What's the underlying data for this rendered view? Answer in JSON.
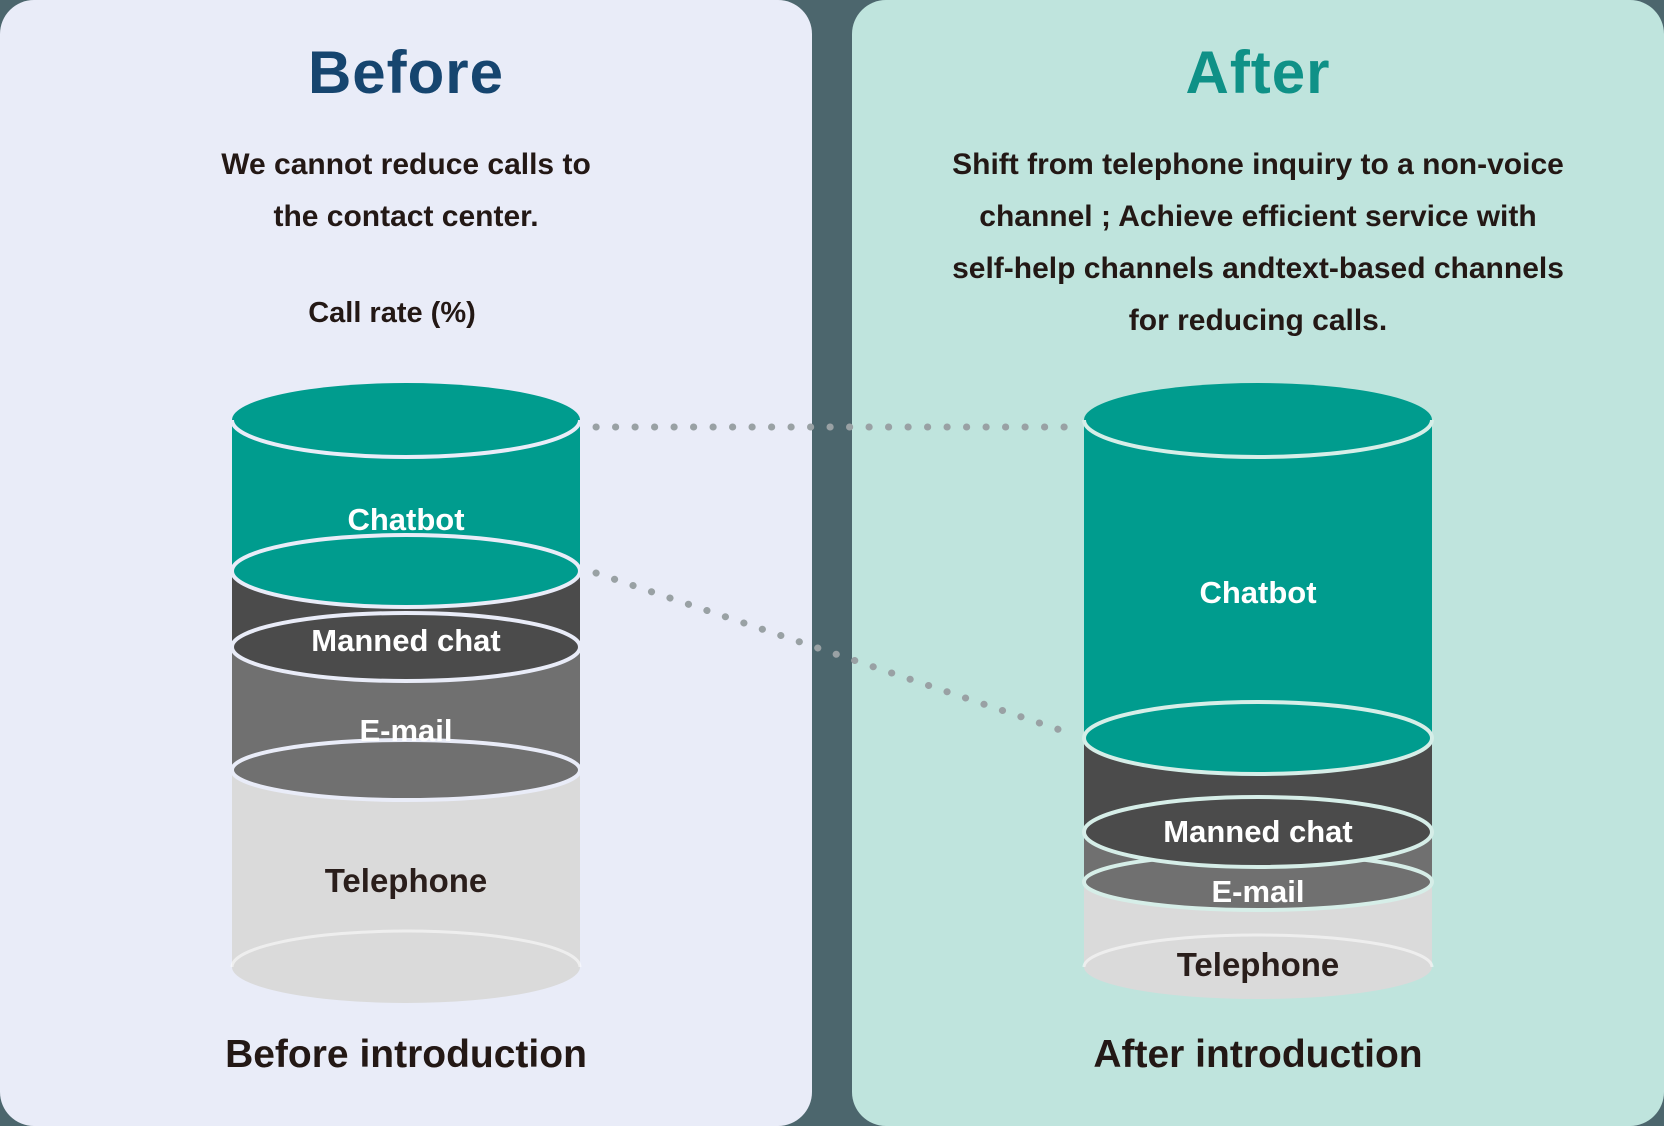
{
  "page": {
    "background_color": "#4C666D",
    "text_color": "#231815",
    "connector_dot_color": "#99A1A4"
  },
  "before_panel": {
    "background_color": "#E9ECF8",
    "title": "Before",
    "title_color": "#16456F",
    "description": "We cannot reduce calls to\nthe contact center.",
    "axis_label": "Call rate (%)",
    "caption": "Before introduction"
  },
  "after_panel": {
    "background_color": "#BFE4DD",
    "title": "After",
    "title_color": "#0F9187",
    "description": "Shift from telephone inquiry to a non-voice\nchannel ; Achieve efficient service with\nself-help channels andtext-based channels\nfor reducing calls.",
    "caption": "After introduction"
  },
  "chart_data": [
    {
      "type": "stacked-cylinder",
      "panel": "before",
      "title": "Call rate (%) — Before introduction",
      "categories": [
        "Chatbot",
        "Manned chat",
        "E-mail",
        "Telephone"
      ],
      "values": [
        28,
        14,
        22,
        36
      ],
      "unit": "% (estimated from segment heights, no numeric labels shown)",
      "segment_colors": [
        "#009C8E",
        "#4B4B4B",
        "#707070",
        "#DADADA"
      ],
      "label_colors": [
        "#FFFFFF",
        "#FFFFFF",
        "#FFFFFF",
        "#2A1E1B"
      ],
      "rim_color": "#E9ECF8"
    },
    {
      "type": "stacked-cylinder",
      "panel": "after",
      "title": "Call rate (%) — After introduction",
      "categories": [
        "Chatbot",
        "Manned chat",
        "E-mail",
        "Telephone"
      ],
      "values": [
        58,
        17,
        9,
        16
      ],
      "unit": "% (estimated from segment heights, no numeric labels shown)",
      "segment_colors": [
        "#009C8E",
        "#4B4B4B",
        "#707070",
        "#DADADA"
      ],
      "label_colors": [
        "#FFFFFF",
        "#FFFFFF",
        "#FFFFFF",
        "#2A1E1B"
      ],
      "rim_color": "#D6EEE8"
    }
  ],
  "connectors": {
    "style": "dotted",
    "color": "#99A1A4",
    "meaning": "link cylinder-top and Chatbot segment boundary between the Before and After cylinders"
  }
}
